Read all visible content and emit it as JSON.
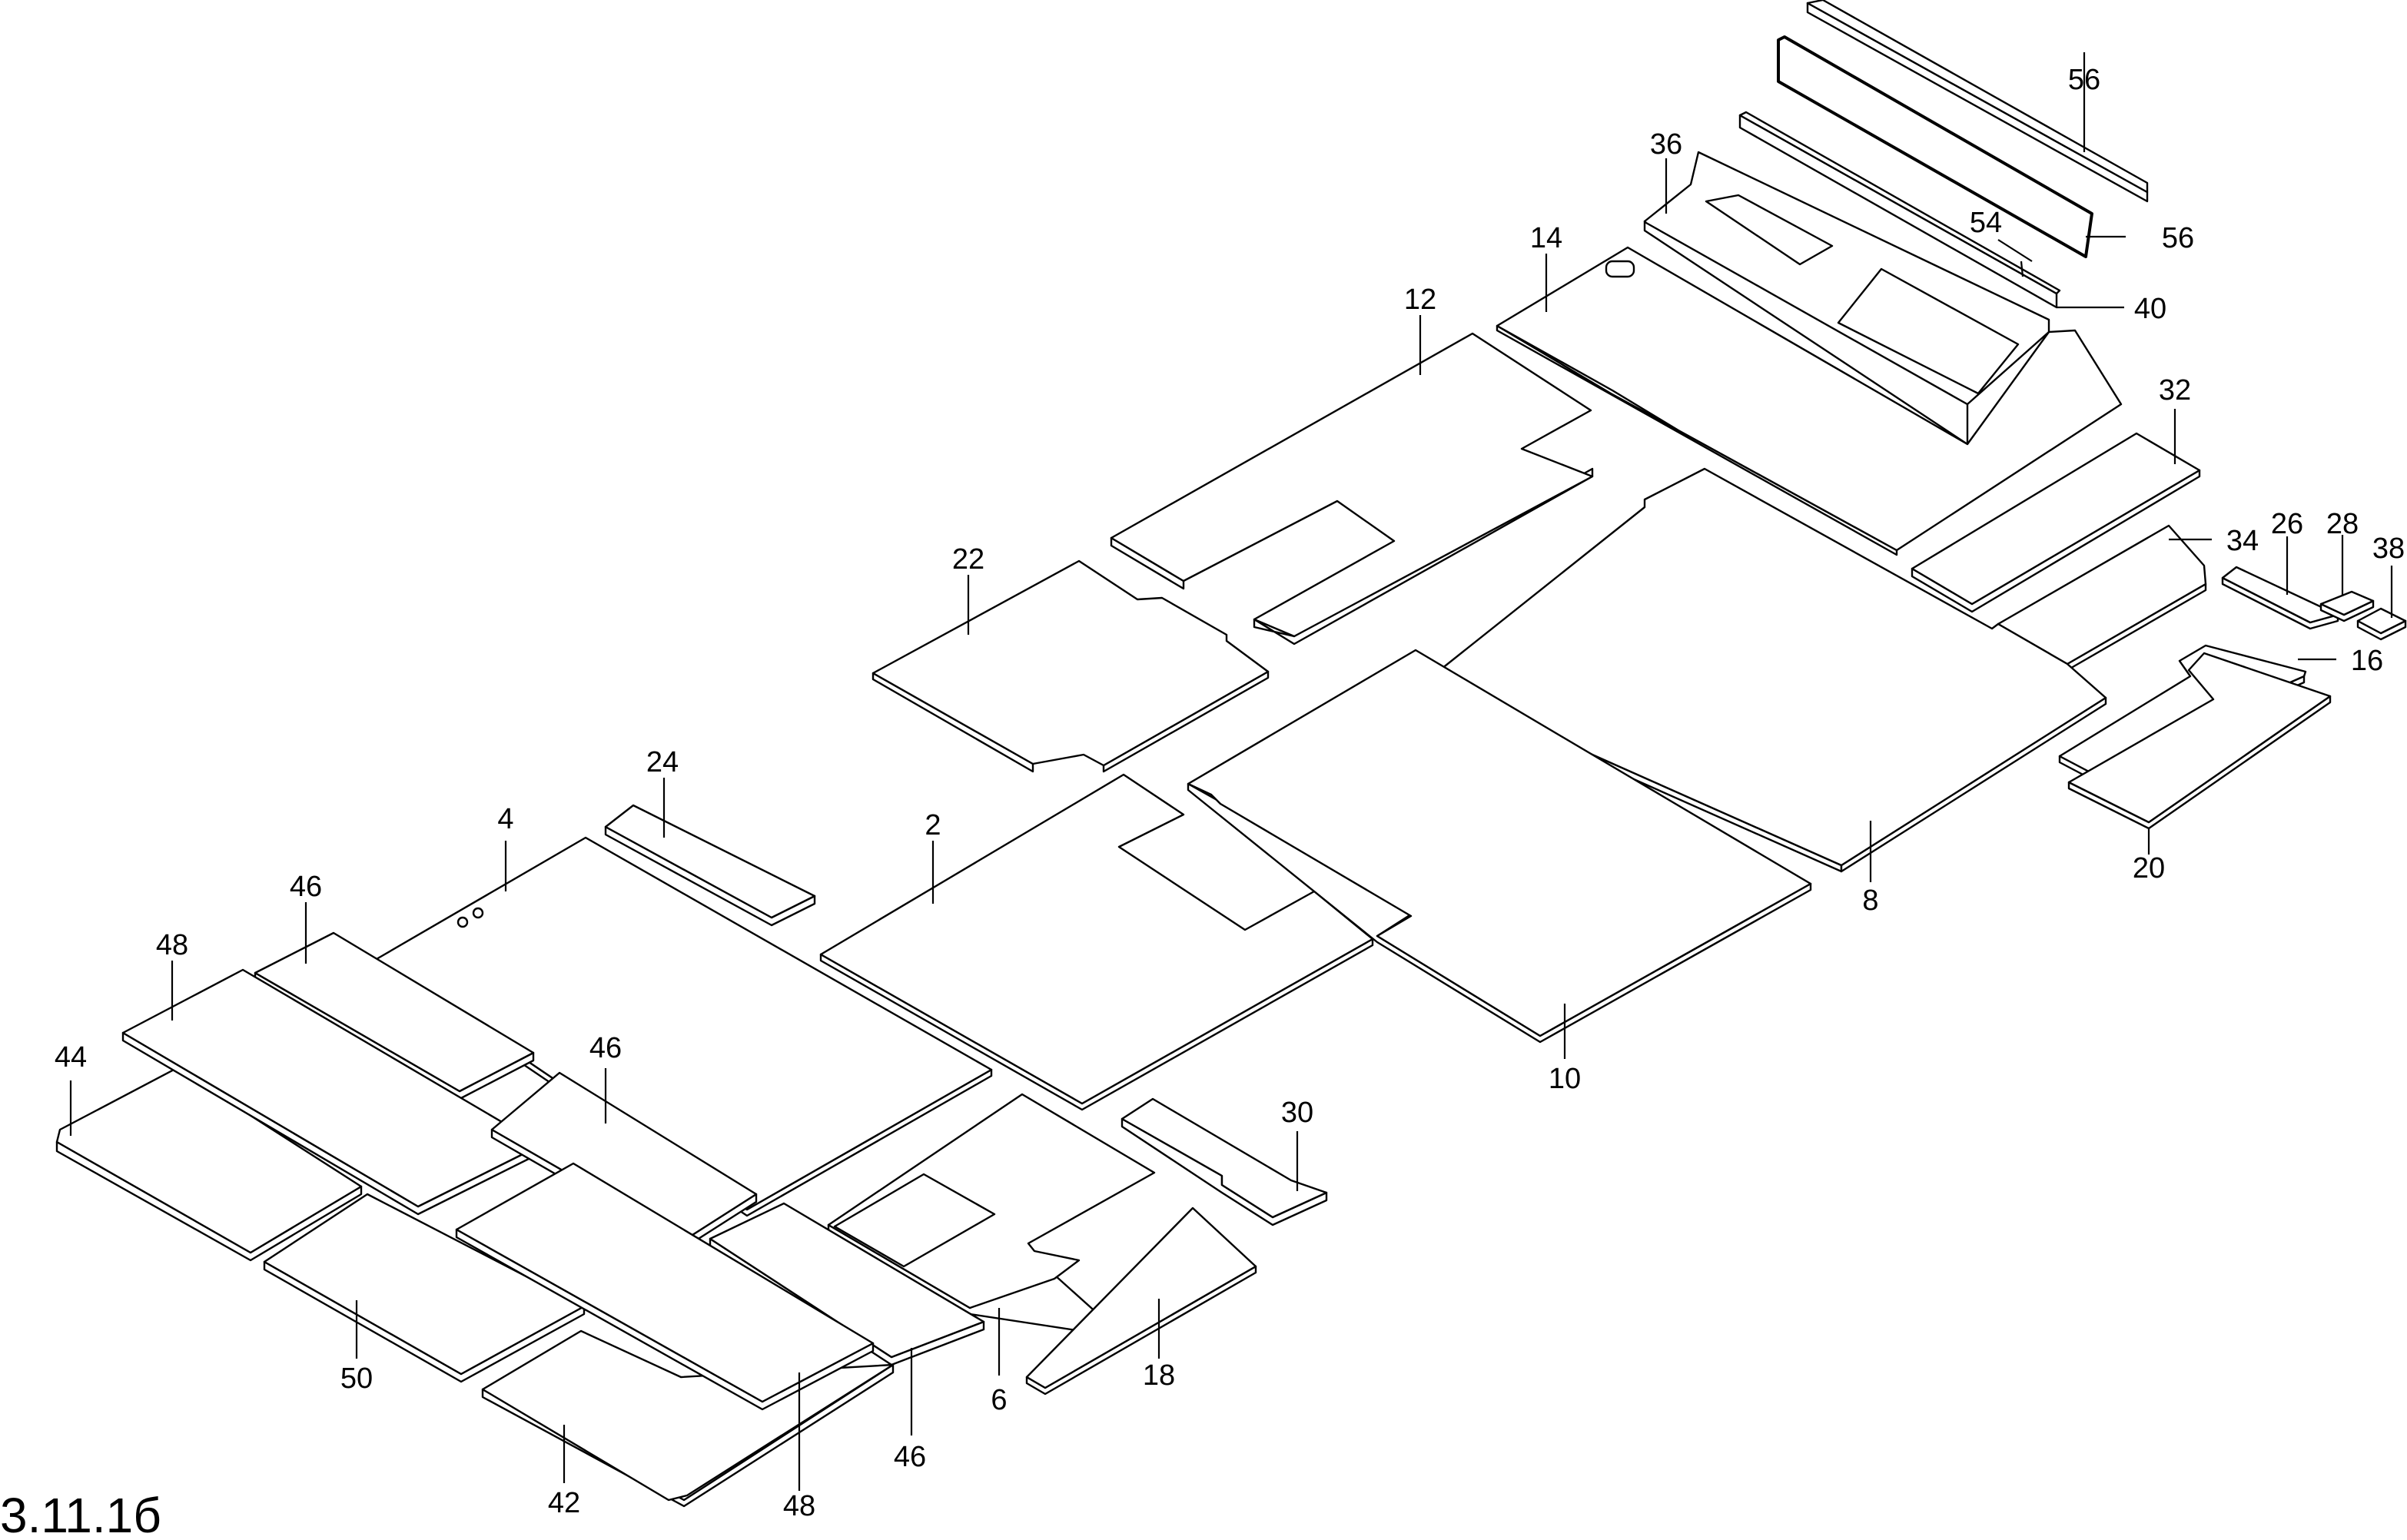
{
  "figure_label": "3.11.1б",
  "callouts": {
    "c56a": "56",
    "c56b": "56",
    "c36": "36",
    "c54": "54",
    "c40": "40",
    "c14": "14",
    "c12": "12",
    "c32": "32",
    "c34": "34",
    "c26": "26",
    "c28": "28",
    "c38": "38",
    "c16": "16",
    "c22": "22",
    "c20": "20",
    "c8": "8",
    "c24": "24",
    "c2": "2",
    "c10": "10",
    "c4": "4",
    "c46a": "46",
    "c48a": "48",
    "c44": "44",
    "c46b": "46",
    "c30": "30",
    "c50": "50",
    "c6": "6",
    "c18": "18",
    "c46c": "46",
    "c48b": "48",
    "c42": "42"
  }
}
